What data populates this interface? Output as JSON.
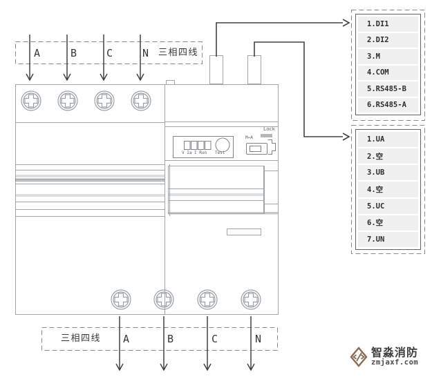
{
  "top_label_box": {
    "phases": [
      "A",
      "B",
      "C",
      "N"
    ],
    "system_label": "三相四线"
  },
  "bottom_label_box": {
    "system_label": "三相四线",
    "phases": [
      "A",
      "B",
      "C",
      "N"
    ]
  },
  "device_panel": {
    "led_labels": "V Ia I Run",
    "test_button_label": "Test",
    "lock_label": "Lock",
    "mode_switch_label": "M⇔A"
  },
  "terminal_lists": {
    "signal": {
      "items": [
        "1.DI1",
        "2.DI2",
        "3.M",
        "4.COM",
        "5.RS485-B",
        "6.RS485-A"
      ]
    },
    "voltage": {
      "items": [
        "1.UA",
        "2.空",
        "3.UB",
        "4.空",
        "5.UC",
        "6.空",
        "7.UN"
      ]
    }
  },
  "logo": {
    "brand": "智淼消防",
    "website": "zmjaxf.com"
  },
  "colors": {
    "wire_dark": "#3d4247",
    "device_line": "#a0a5aa",
    "row_bg": "#f0f0f1",
    "logo_accent": "#8b6a55"
  }
}
